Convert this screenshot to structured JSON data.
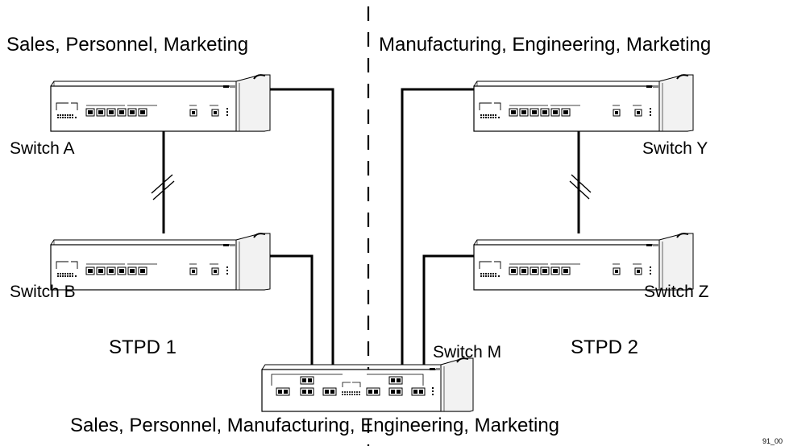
{
  "labels": {
    "top_left": "Sales, Personnel, Marketing",
    "top_right": "Manufacturing, Engineering, Marketing",
    "bottom": "Sales, Personnel, Manufacturing, Engineering, Marketing",
    "stpd1": "STPD 1",
    "stpd2": "STPD 2",
    "figure_id": "91_00"
  },
  "switches": {
    "a": "Switch A",
    "b": "Switch B",
    "y": "Switch Y",
    "z": "Switch Z",
    "m": "Switch M"
  },
  "colors": {
    "line": "#000000",
    "device_fill": "#ffffff",
    "device_side": "#eeeeee"
  }
}
